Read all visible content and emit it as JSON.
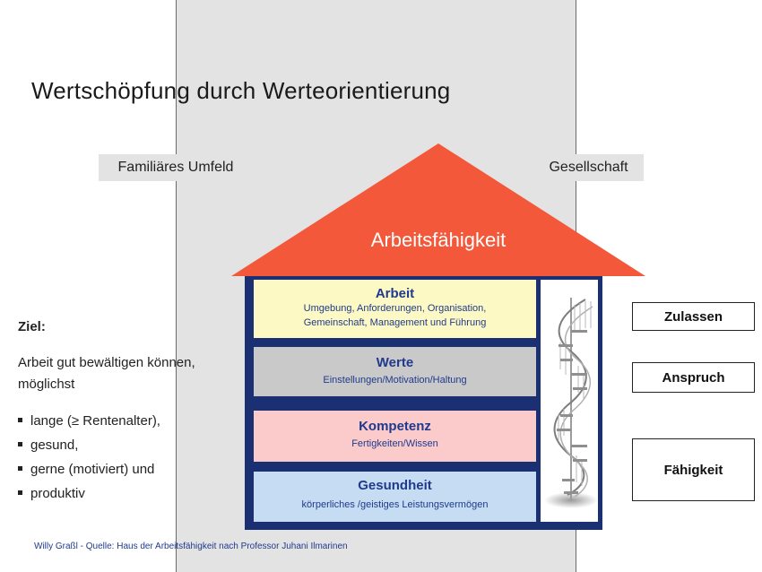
{
  "title": "Wertschöpfung durch Werteorientierung",
  "side_labels": {
    "left": "Familiäres Umfeld",
    "right": "Gesellschaft"
  },
  "roof": {
    "label": "Arbeitsfähigkeit",
    "color": "#f4583a"
  },
  "floors": [
    {
      "heading": "Arbeit",
      "sub1": "Umgebung, Anforderungen, Organisation,",
      "sub2": "Gemeinschaft, Management und Führung",
      "color": "#fdf9c4"
    },
    {
      "heading": "Werte",
      "sub1": "Einstellungen/Motivation/Haltung",
      "color": "#c9c9c9"
    },
    {
      "heading": "Kompetenz",
      "sub1": "Fertigkeiten/Wissen",
      "color": "#fbcaca"
    },
    {
      "heading": "Gesundheit",
      "sub1": "körperliches /geistiges Leistungsvermögen",
      "color": "#c6dcf2"
    }
  ],
  "right_boxes": [
    "Zulassen",
    "Anspruch",
    "Fähigkeit"
  ],
  "goal": {
    "heading": "Ziel:",
    "text": "Arbeit gut bewältigen können, möglichst",
    "items": [
      "lange (≥ Rentenalter),",
      "gesund,",
      "gerne (motiviert) und",
      "produktiv"
    ]
  },
  "footer": "Willy Graßl - Quelle: Haus der Arbeitsfähigkeit nach Professor Juhani Ilmarinen",
  "frame_color": "#1b2f73",
  "icons": [
    "spiral-staircase-icon"
  ]
}
